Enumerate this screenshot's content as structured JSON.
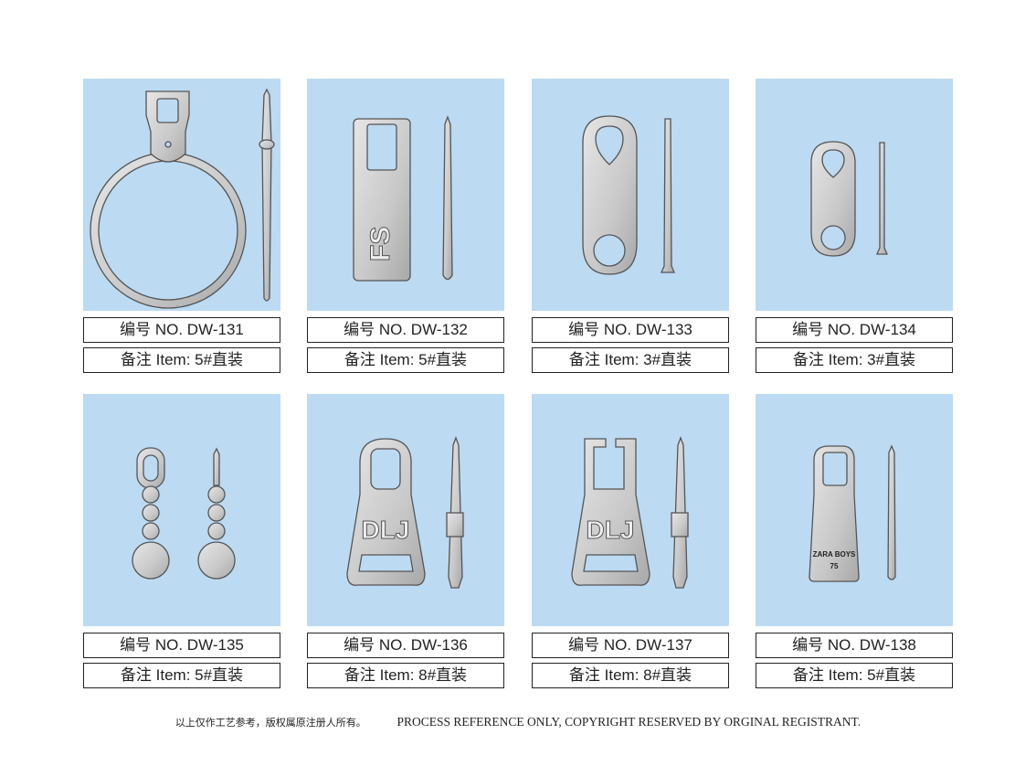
{
  "items": [
    {
      "no": "编号 NO.  DW-131",
      "item": "备注 Item:  5#直装"
    },
    {
      "no": "编号 NO.  DW-132",
      "item": "备注 Item:  5#直装",
      "engraving": "FS"
    },
    {
      "no": "编号 NO.  DW-133",
      "item": "备注 Item:  3#直装"
    },
    {
      "no": "编号 NO.  DW-134",
      "item": "备注 Item:  3#直装"
    },
    {
      "no": "编号 NO.  DW-135",
      "item": "备注 Item:  5#直装"
    },
    {
      "no": "编号 NO.  DW-136",
      "item": "备注 Item:  8#直装",
      "engraving": "DLJ"
    },
    {
      "no": "编号 NO.  DW-137",
      "item": "备注 Item:  8#直装",
      "engraving": "DLJ"
    },
    {
      "no": "编号 NO.  DW-138",
      "item": "备注 Item:  5#直装",
      "engraving": "ZARA BOYS",
      "engraving2": "75"
    }
  ],
  "footer": {
    "cn": "以上仅作工艺参考，版权属原注册人所有。",
    "en": "PROCESS REFERENCE ONLY, COPYRIGHT RESERVED BY ORGINAL REGISTRANT."
  },
  "colors": {
    "panel": "#bcdaf2",
    "metal": "#cfcfcf"
  }
}
